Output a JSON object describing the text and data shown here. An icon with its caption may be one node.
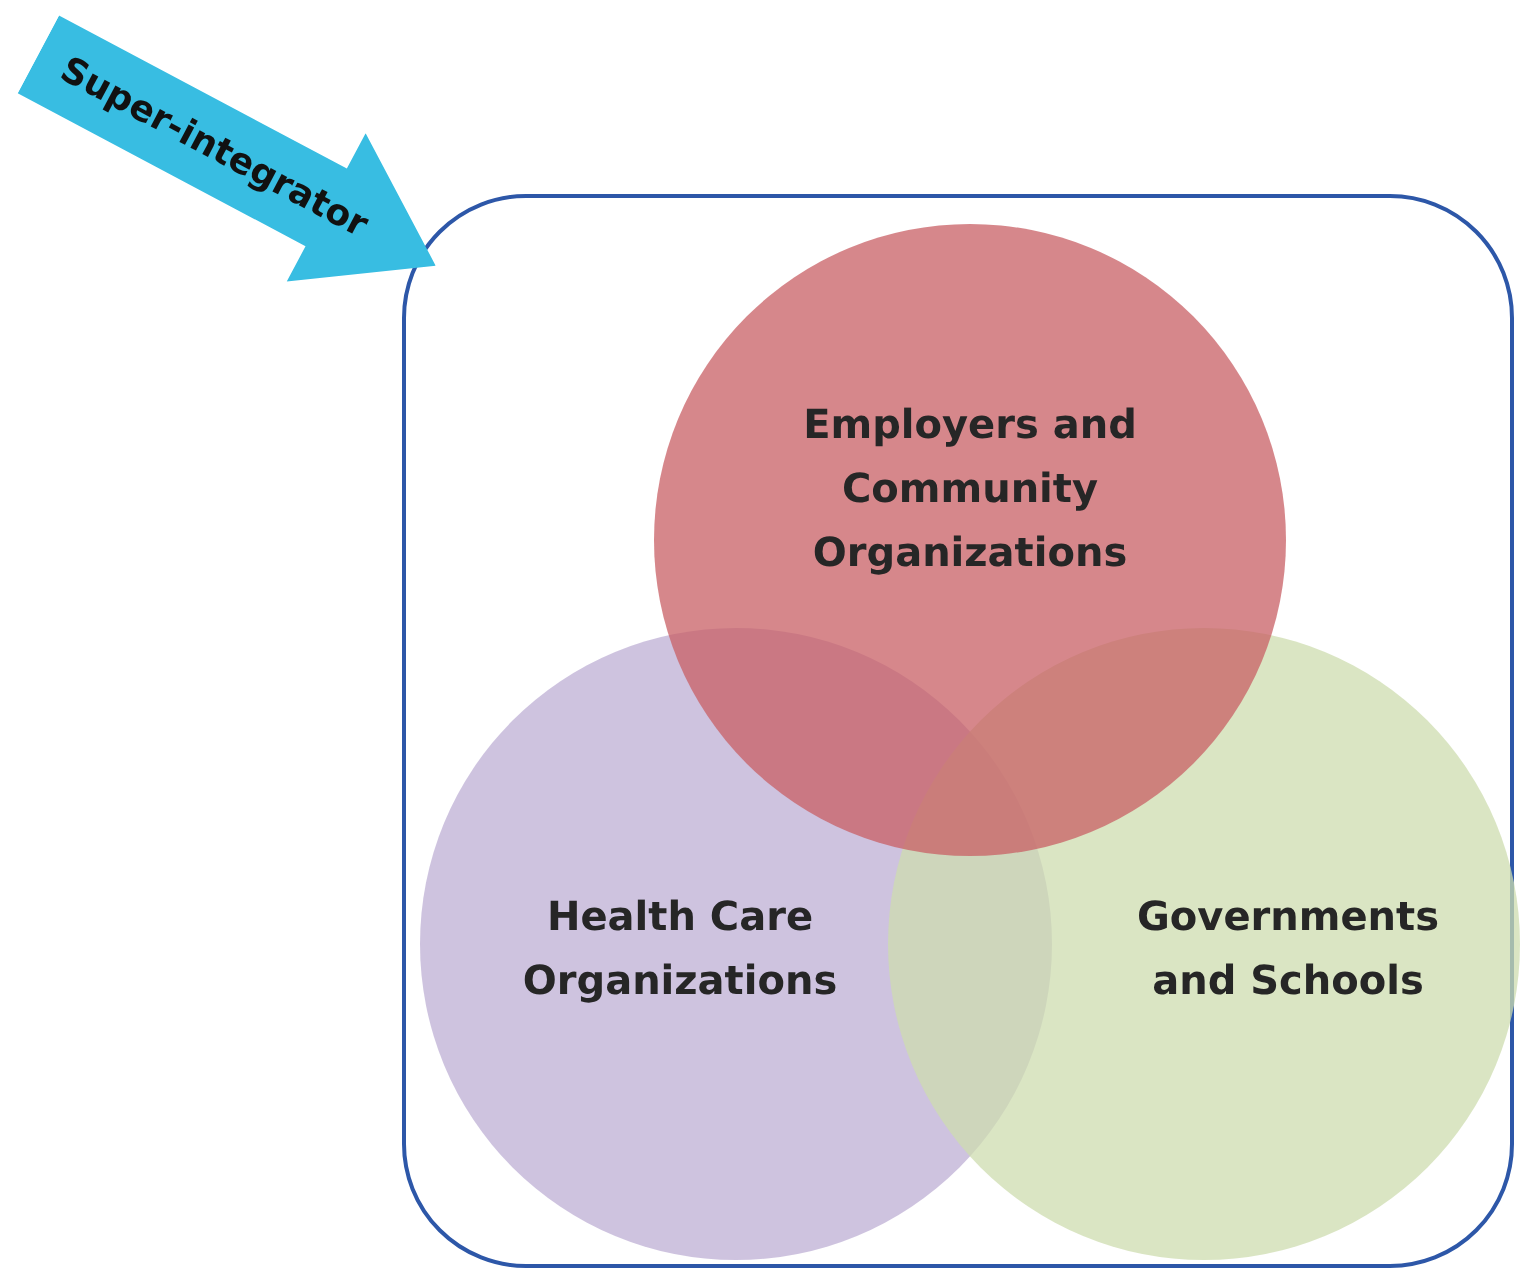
{
  "diagram": {
    "nodes": [
      {
        "text": [],
        "shape": "box"
      },
      {
        "text": [
          "Super-integrator"
        ]
      },
      {
        "text": [
          "Employers and Community Organizations"
        ],
        "in": 0
      },
      {
        "text": [
          "Health Care Organizations"
        ],
        "in": 0
      },
      {
        "text": [
          "Governments and Schools"
        ],
        "in": 0
      }
    ],
    "edges": []
  }
}
